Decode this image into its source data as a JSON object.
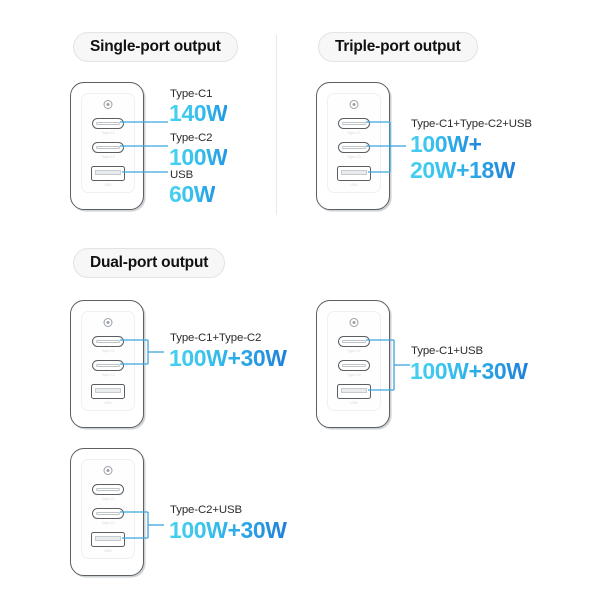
{
  "meta": {
    "accent_light": "#4ad4f2",
    "accent_dark": "#1f7fd8",
    "line_color": "#3aa6e0",
    "device_outline": "#5b5f63",
    "pill_bg": "#f7f7f7"
  },
  "sections": [
    {
      "id": "single",
      "label": "Single-port output"
    },
    {
      "id": "triple",
      "label": "Triple-port output"
    },
    {
      "id": "dual",
      "label": "Dual-port output"
    }
  ],
  "device": {
    "logo_icon": "baseus-circle-logo-icon",
    "ports": [
      {
        "type": "usb-c",
        "micro_label": "Type-C1"
      },
      {
        "type": "usb-c",
        "micro_label": "Type-C2"
      },
      {
        "type": "usb-a",
        "micro_label": "USB"
      }
    ]
  },
  "blocks": [
    {
      "id": "single-port",
      "section": "single",
      "readouts": [
        {
          "caption": "Type-C1",
          "value": "140W"
        },
        {
          "caption": "Type-C2",
          "value": "100W"
        },
        {
          "caption": "USB",
          "value": "60W"
        }
      ]
    },
    {
      "id": "triple-port",
      "section": "triple",
      "readouts": [
        {
          "caption": "Type-C1+Type-C2+USB",
          "value_line1": "100W+",
          "value_line2": "20W+18W"
        }
      ]
    },
    {
      "id": "dual-c1-c2",
      "section": "dual",
      "readouts": [
        {
          "caption": "Type-C1+Type-C2",
          "value": "100W+30W"
        }
      ]
    },
    {
      "id": "dual-c1-usb",
      "section": "dual",
      "readouts": [
        {
          "caption": "Type-C1+USB",
          "value": "100W+30W"
        }
      ]
    },
    {
      "id": "dual-c2-usb",
      "section": "dual",
      "readouts": [
        {
          "caption": "Type-C2+USB",
          "value": "100W+30W"
        }
      ]
    }
  ]
}
